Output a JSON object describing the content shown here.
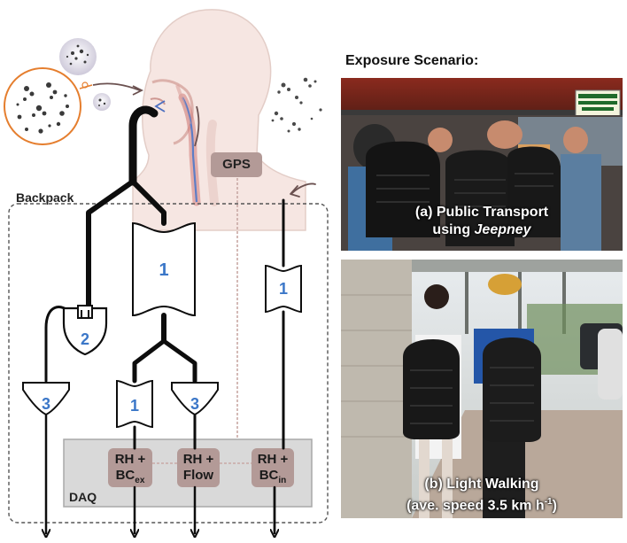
{
  "diagram": {
    "backpack_label": "Backpack",
    "gps_label": "GPS",
    "daq_label": "DAQ",
    "component_numbers": {
      "left_cup": "2",
      "left_cone": "3",
      "upper_mid": "1",
      "lower_mid_left": "1",
      "lower_mid_right": "3",
      "right_top": "1"
    },
    "daq_boxes": [
      {
        "line1": "RH +",
        "line2_main": "BC",
        "line2_sub": "ex"
      },
      {
        "line1": "RH +",
        "line2_main": "Flow",
        "line2_sub": ""
      },
      {
        "line1": "RH +",
        "line2_main": "BC",
        "line2_sub": "in"
      }
    ]
  },
  "scenario": {
    "title": "Exposure Scenario:",
    "photo_a": {
      "line1": "(a) Public Transport",
      "line2_prefix": "using ",
      "line2_italic": "Jeepney"
    },
    "photo_b": {
      "line1": "(b) Light Walking",
      "line2_prefix": "(ave. speed 3.5 km h",
      "line2_sup": "-1",
      "line2_suffix": ")"
    }
  },
  "colors": {
    "accent_number": "#3b77c8",
    "tube": "#0d0d0d",
    "daq_panel": "#d9d9d9",
    "daq_box": "#b39a97",
    "gps_box": "#b39a97",
    "signal_line": "#c9a9a5",
    "magnifier_ring": "#e57e2e"
  }
}
